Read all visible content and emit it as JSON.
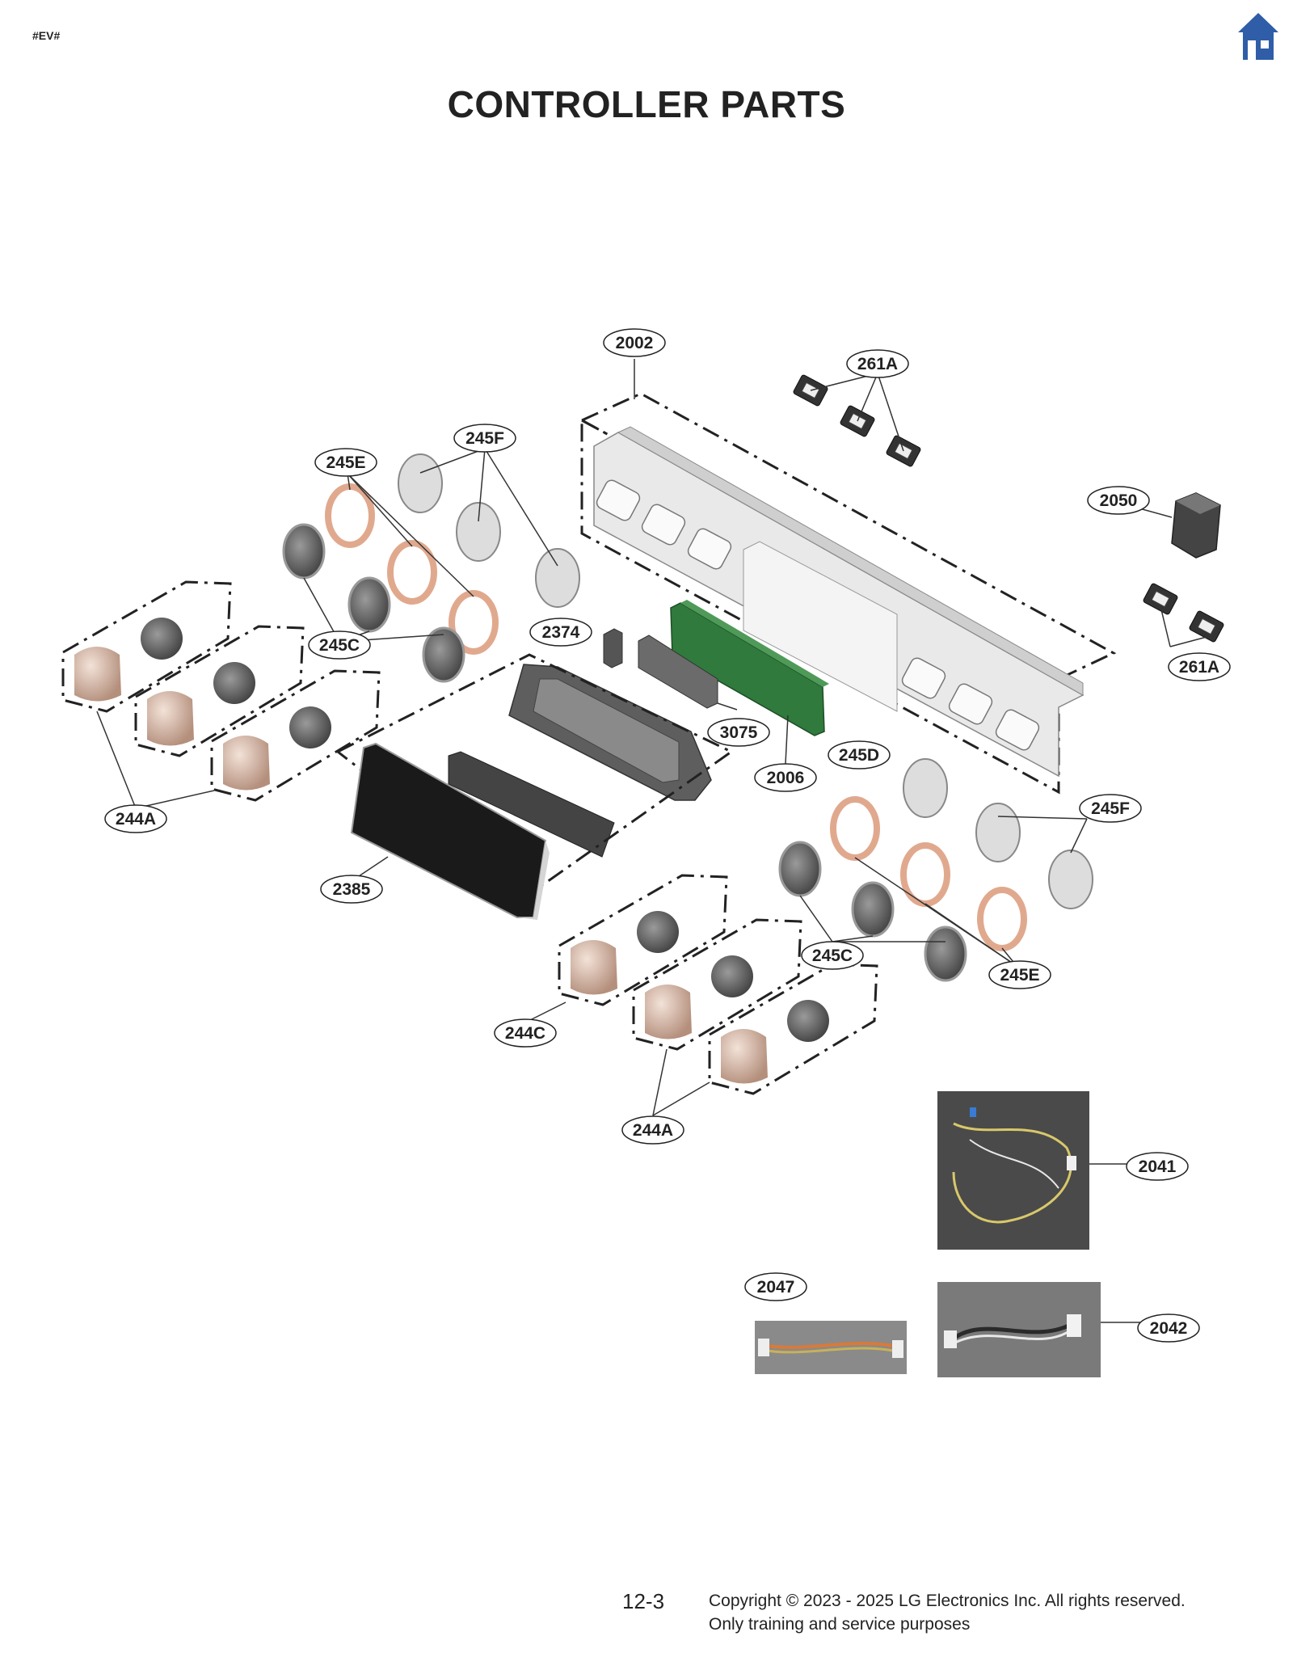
{
  "header": {
    "tag": "#EV#",
    "title": "CONTROLLER PARTS",
    "home_icon": "home-icon",
    "home_color": "#2f5da8"
  },
  "callouts": {
    "c2002": "2002",
    "c261A_top": "261A",
    "c245F_top": "245F",
    "c245E_top": "245E",
    "c2050": "2050",
    "c245C_top": "245C",
    "c2374": "2374",
    "c261A_right": "261A",
    "c3075": "3075",
    "c2006": "2006",
    "c245D": "245D",
    "c244A_left": "244A",
    "c245F_right": "245F",
    "c2385": "2385",
    "c245C_bottom": "245C",
    "c245E_bottom": "245E",
    "c244C": "244C",
    "c244A_bottom": "244A",
    "c2041": "2041",
    "c2047": "2047",
    "c2042": "2042"
  },
  "footer": {
    "page": "12-3",
    "copyright": "Copyright © 2023 - 2025 LG Electronics Inc. All rights reserved.",
    "purpose": "Only training and service purposes"
  },
  "colors": {
    "knob": "#d9b8a6",
    "ring": "#e0a98e",
    "pcb": "#2f7a3c",
    "panel": "#e6e6e6",
    "glass": "#1a1a1a"
  }
}
